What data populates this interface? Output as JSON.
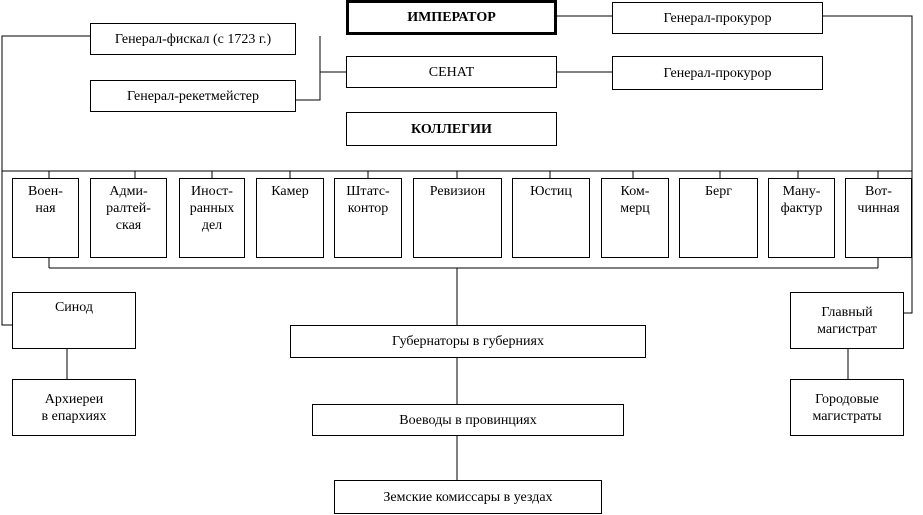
{
  "emperor": "ИМПЕРАТОР",
  "senate": "СЕНАТ",
  "colleges_header": "КОЛЛЕГИИ",
  "general_fiscal": "Генерал-фискал (с 1723 г.)",
  "general_reketmeister": "Генерал-рекетмейстер",
  "prosecutor_top": "Генерал-прокурор",
  "prosecutor_senate": "Генерал-прокурор",
  "colleges": [
    "Воен-\nная",
    "Адми-\nралтей-\nская",
    "Иност-\nранных\nдел",
    "Камер",
    "Штатс-\nконтор",
    "Ревизион",
    "Юстиц",
    "Ком-\nмерц",
    "Берг",
    "Ману-\nфактур",
    "Вот-\nчинная"
  ],
  "synod": "Синод",
  "bishops": "Архиереи\nв епархиях",
  "governors": "Губернаторы в губерниях",
  "voivodes": "Воеводы в провинциях",
  "commissars": "Земские комиссары в уездах",
  "chief_magistrate": "Главный\nмагистрат",
  "city_magistrates": "Городовые\nмагистраты"
}
